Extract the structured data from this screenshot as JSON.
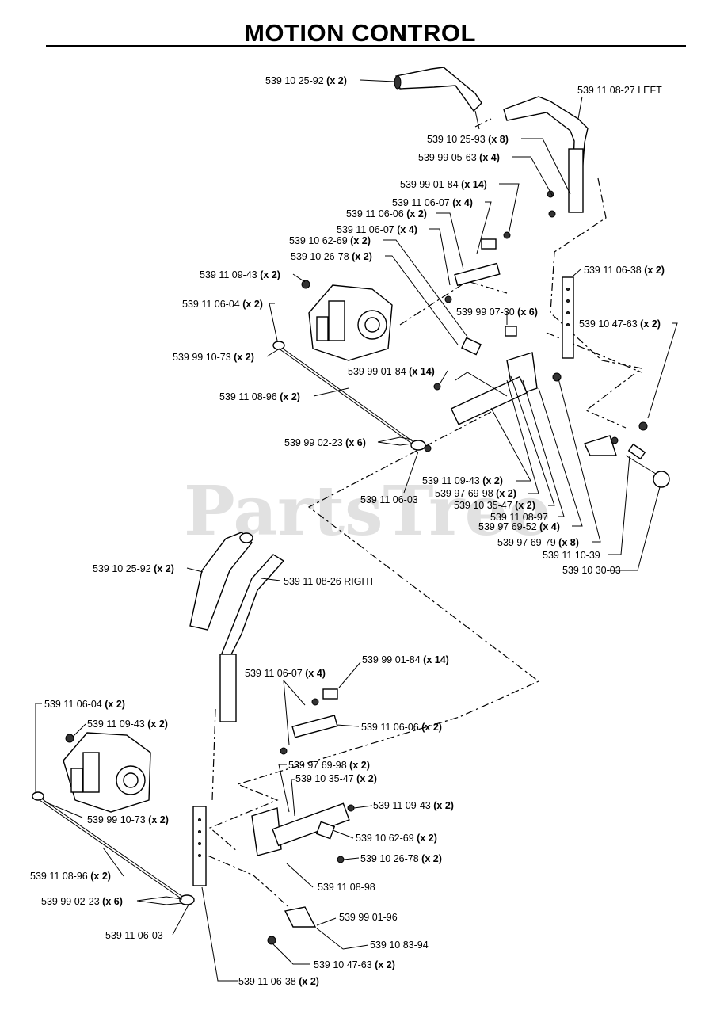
{
  "title": "MOTION CONTROL",
  "watermark": "PartsTree",
  "labels": [
    {
      "part": "539 10 25-92",
      "qty": "(x 2)"
    },
    {
      "part": "539 11 08-27 LEFT",
      "qty": ""
    },
    {
      "part": "539 10 25-93",
      "qty": "(x 8)"
    },
    {
      "part": "539 99 05-63",
      "qty": "(x 4)"
    },
    {
      "part": "539 99 01-84",
      "qty": "(x 14)"
    },
    {
      "part": "539 11 06-07",
      "qty": "(x 4)"
    },
    {
      "part": "539 11 06-06",
      "qty": "(x 2)"
    },
    {
      "part": "539 11 06-07",
      "qty": "(x 4)"
    },
    {
      "part": "539 10 62-69",
      "qty": "(x 2)"
    },
    {
      "part": "539 10 26-78",
      "qty": "(x 2)"
    },
    {
      "part": "539 11 09-43",
      "qty": "(x 2)"
    },
    {
      "part": "539 11 06-38",
      "qty": "(x 2)"
    },
    {
      "part": "539 11 06-04",
      "qty": "(x 2)"
    },
    {
      "part": "539 99 07-30",
      "qty": "(x 6)"
    },
    {
      "part": "539 10 47-63",
      "qty": "(x 2)"
    },
    {
      "part": "539 99 10-73",
      "qty": "(x 2)"
    },
    {
      "part": "539 99 01-84",
      "qty": "(x 14)"
    },
    {
      "part": "539 11 08-96",
      "qty": "(x 2)"
    },
    {
      "part": "539 99 02-23",
      "qty": "(x 6)"
    },
    {
      "part": "539 11 09-43",
      "qty": "(x 2)"
    },
    {
      "part": "539 11 06-03",
      "qty": ""
    },
    {
      "part": "539 97 69-98",
      "qty": "(x 2)"
    },
    {
      "part": "539 10 35-47",
      "qty": "(x 2)"
    },
    {
      "part": "539 11 08-97",
      "qty": ""
    },
    {
      "part": "539 97 69-52",
      "qty": "(x 4)"
    },
    {
      "part": "539 97 69-79",
      "qty": "(x 8)"
    },
    {
      "part": "539 11 10-39",
      "qty": ""
    },
    {
      "part": "539 10 30-03",
      "qty": ""
    },
    {
      "part": "539 10 25-92",
      "qty": "(x 2)"
    },
    {
      "part": "539 11 08-26 RIGHT",
      "qty": ""
    },
    {
      "part": "539 11 06-07",
      "qty": "(x 4)"
    },
    {
      "part": "539 99 01-84",
      "qty": "(x 14)"
    },
    {
      "part": "539 11 06-04",
      "qty": "(x 2)"
    },
    {
      "part": "539 11 09-43",
      "qty": "(x 2)"
    },
    {
      "part": "539 11 06-06",
      "qty": "(x 2)"
    },
    {
      "part": "539 97 69-98",
      "qty": "(x 2)"
    },
    {
      "part": "539 10 35-47",
      "qty": "(x 2)"
    },
    {
      "part": "539 99 10-73",
      "qty": "(x 2)"
    },
    {
      "part": "539 11 09-43",
      "qty": "(x 2)"
    },
    {
      "part": "539 10 62-69",
      "qty": "(x 2)"
    },
    {
      "part": "539 10 26-78",
      "qty": "(x 2)"
    },
    {
      "part": "539 11 08-96",
      "qty": "(x 2)"
    },
    {
      "part": "539 11 08-98",
      "qty": ""
    },
    {
      "part": "539 99 02-23",
      "qty": "(x 6)"
    },
    {
      "part": "539 99 01-96",
      "qty": ""
    },
    {
      "part": "539 11 06-03",
      "qty": ""
    },
    {
      "part": "539 10 83-94",
      "qty": ""
    },
    {
      "part": "539 10 47-63",
      "qty": "(x 2)"
    },
    {
      "part": "539 11 06-38",
      "qty": "(x 2)"
    }
  ]
}
